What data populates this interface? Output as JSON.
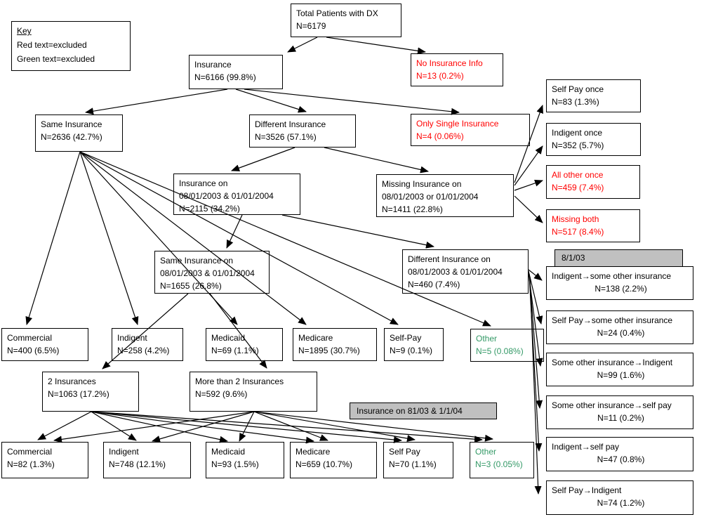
{
  "key": {
    "title": "Key",
    "red_line": "Red text=excluded",
    "green_line": "Green text=excluded"
  },
  "colors": {
    "excluded_text": "#ff0000",
    "other_text": "#339966",
    "label_background": "#c0c0c0"
  },
  "labels": {
    "date_8103": "8/1/03",
    "insurance_on_dates": "Insurance on 81/03 & 1/1/04"
  },
  "nodes": {
    "total": {
      "label": "Total Patients with DX",
      "value": "N=6179"
    },
    "insurance": {
      "label": "Insurance",
      "value": "N=6166 (99.8%)"
    },
    "no_insurance": {
      "label": "No Insurance Info",
      "value": "N=13 (0.2%)"
    },
    "same_insurance": {
      "label": "Same Insurance",
      "value": "N=2636 (42.7%)"
    },
    "different_insurance": {
      "label": "Different Insurance",
      "value": "N=3526 (57.1%)"
    },
    "only_single": {
      "label": "Only Single Insurance",
      "value": "N=4 (0.06%)"
    },
    "self_pay_once": {
      "label": "Self Pay once",
      "value": "N=83 (1.3%)"
    },
    "indigent_once": {
      "label": "Indigent once",
      "value": "N=352 (5.7%)"
    },
    "all_other_once": {
      "label": "All other once",
      "value": "N=459 (7.4%)"
    },
    "missing_both": {
      "label": "Missing both",
      "value": "N=517 (8.4%)"
    },
    "insurance_on_both": {
      "label": "Insurance on\n08/01/2003 & 01/01/2004",
      "value": "N=2115 (34.2%)"
    },
    "missing_on_either": {
      "label": "Missing Insurance on\n08/01/2003 or 01/01/2004",
      "value": "N=1411 (22.8%)"
    },
    "same_on_both": {
      "label": "Same Insurance on\n08/01/2003 & 01/01/2004",
      "value": "N=1655 (26.8%)"
    },
    "diff_on_both": {
      "label": "Different Insurance on\n08/01/2003 & 01/01/2004",
      "value": "N=460 (7.4%)"
    },
    "commercial_1": {
      "label": "Commercial",
      "value": "N=400 (6.5%)"
    },
    "indigent_1": {
      "label": "Indigent",
      "value": "N=258 (4.2%)"
    },
    "medicaid_1": {
      "label": "Medicaid",
      "value": "N=69 (1.1%)"
    },
    "medicare_1": {
      "label": "Medicare",
      "value": "N=1895 (30.7%)"
    },
    "selfpay_1": {
      "label": "Self-Pay",
      "value": "N=9 (0.1%)"
    },
    "other_1": {
      "label": "Other",
      "value": "N=5 (0.08%)"
    },
    "two_ins": {
      "label": "2 Insurances",
      "value": "N=1063 (17.2%)"
    },
    "more_two": {
      "label": "More than 2 Insurances",
      "value": "N=592 (9.6%)"
    },
    "commercial_2": {
      "label": "Commercial",
      "value": "N=82 (1.3%)"
    },
    "indigent_2": {
      "label": "Indigent",
      "value": "N=748 (12.1%)"
    },
    "medicaid_2": {
      "label": "Medicaid",
      "value": "N=93 (1.5%)"
    },
    "medicare_2": {
      "label": "Medicare",
      "value": "N=659 (10.7%)"
    },
    "selfpay_2": {
      "label": "Self Pay",
      "value": "N=70 (1.1%)"
    },
    "other_2": {
      "label": "Other",
      "value": "N=3 (0.05%)"
    },
    "t_indigent_to_other": {
      "label": "Indigent→some other insurance",
      "value": "N=138 (2.2%)"
    },
    "t_selfpay_to_other": {
      "label": "Self Pay→some other insurance",
      "value": "N=24 (0.4%)"
    },
    "t_other_to_indigent": {
      "label": "Some other insurance→Indigent",
      "value": "N=99 (1.6%)"
    },
    "t_other_to_selfpay": {
      "label": "Some other insurance→self pay",
      "value": "N=11 (0.2%)"
    },
    "t_indigent_to_selfpay": {
      "label": "Indigent→self pay",
      "value": "N=47 (0.8%)"
    },
    "t_selfpay_to_indigent": {
      "label": "Self Pay→Indigent",
      "value": "N=74 (1.2%)"
    }
  }
}
